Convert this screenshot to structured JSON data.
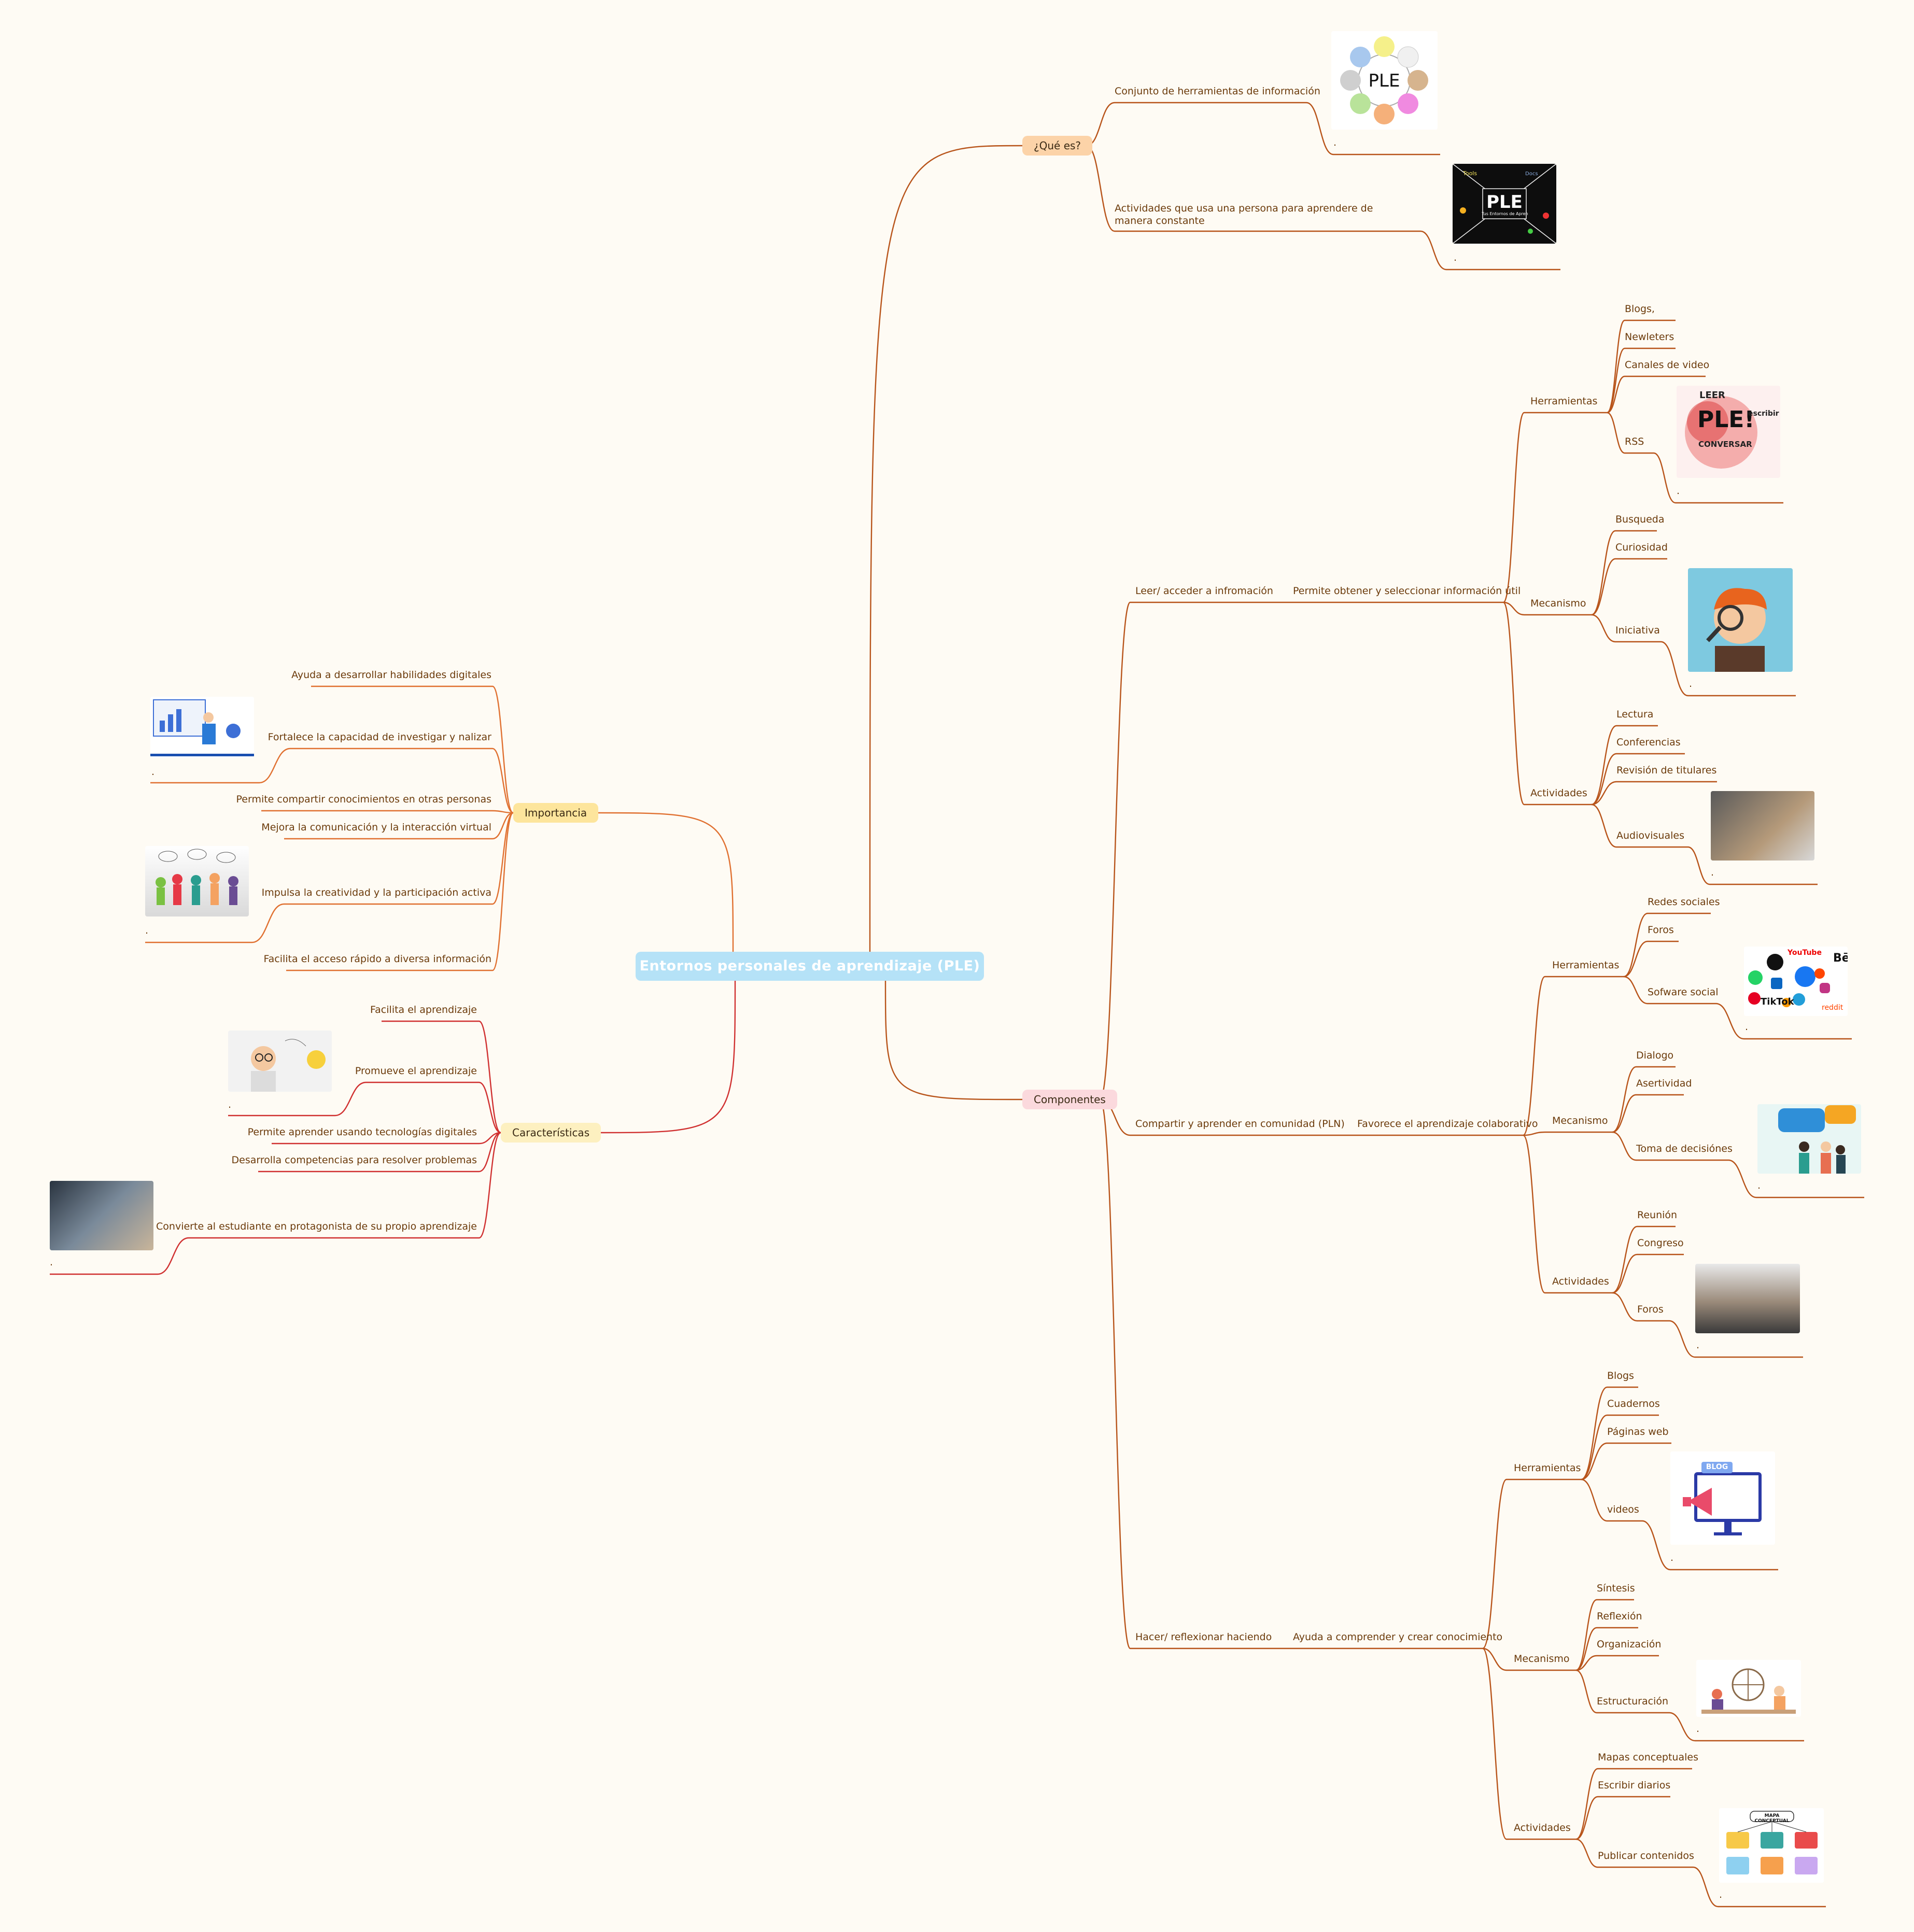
{
  "central": "Entornos personales de aprendizaje (PLE)",
  "colors": {
    "line": "#b8541a",
    "line_left": "#e07030",
    "line_red": "#d03030",
    "text": "#6b3a0a",
    "que_es": "#fcd3a8",
    "componentes": "#fbd9dd",
    "importancia": "#fde59c",
    "caracteristicas": "#fdf0c0"
  },
  "que_es": {
    "label": "¿Qué es?",
    "items": [
      "Conjunto de herramientas de información",
      "Actividades que usa una persona para aprendere de manera constante"
    ],
    "image_caption": "."
  },
  "componentes": {
    "label": "Componentes",
    "leer": {
      "label": "Leer/ acceder a infromación",
      "sub": "Permite obtener y seleccionar información útil",
      "herramientas": {
        "label": "Herramientas",
        "items": [
          "Blogs,",
          "Newleters",
          "Canales de video",
          "RSS"
        ]
      },
      "mecanismo": {
        "label": "Mecanismo",
        "items": [
          "Busqueda",
          "Curiosidad",
          "Iniciativa"
        ]
      },
      "actividades": {
        "label": "Actividades",
        "items": [
          "Lectura",
          "Conferencias",
          "Revisión de titulares",
          "Audiovisuales"
        ]
      }
    },
    "compartir": {
      "label": "Compartir y aprender en comunidad (PLN)",
      "sub": "Favorece el aprendizaje colaborativo",
      "herramientas": {
        "label": "Herramientas",
        "items": [
          "Redes sociales",
          "Foros",
          "Sofware social"
        ]
      },
      "mecanismo": {
        "label": "Mecanismo",
        "items": [
          "Dialogo",
          "Asertividad",
          "Toma de decisiónes"
        ]
      },
      "actividades": {
        "label": "Actividades",
        "items": [
          "Reunión",
          "Congreso",
          "Foros"
        ]
      }
    },
    "hacer": {
      "label": "Hacer/ reflexionar haciendo",
      "sub": "Ayuda a comprender y crear conocimiento",
      "herramientas": {
        "label": "Herramientas",
        "items": [
          "Blogs",
          "Cuadernos",
          "Páginas web",
          "videos"
        ]
      },
      "mecanismo": {
        "label": "Mecanismo",
        "items": [
          "Síntesis",
          "Reflexión",
          "Organización",
          "Estructuración"
        ]
      },
      "actividades": {
        "label": "Actividades",
        "items": [
          "Mapas conceptuales",
          "Escribir diarios",
          "Publicar contenidos"
        ]
      }
    }
  },
  "importancia": {
    "label": "Importancia",
    "items": [
      "Ayuda a desarrollar habilidades digitales",
      "Fortalece la capacidad de investigar y nalizar",
      "Permite compartir conocimientos en otras personas",
      "Mejora la comunicación y la interacción virtual",
      "Impulsa la creatividad y la participación activa",
      "Facilita el acceso rápido a diversa información"
    ]
  },
  "caracteristicas": {
    "label": "Características",
    "items": [
      "Facilita el aprendizaje",
      "Promueve el aprendizaje",
      "Permite aprender usando tecnologías digitales",
      "Desarrolla competencias para resolver problemas",
      "Convierte al estudiante en protagonista de su propio aprendizaje"
    ]
  },
  "images": {
    "ple_circle_title": "PLE",
    "ple_board_title": "PLE",
    "ple_board_caption": "Tus Entornos de Aprendizaje",
    "leer_badge": {
      "top": "LEER",
      "mid": "PLE!",
      "right": "escribir",
      "bottom": "CONVERSAR"
    },
    "social_logos": [
      "YouTube",
      "Bē",
      "TikTok",
      "reddit"
    ],
    "blog_label": "BLOG",
    "mapa_label": "MAPA CONCEPTUAL"
  }
}
